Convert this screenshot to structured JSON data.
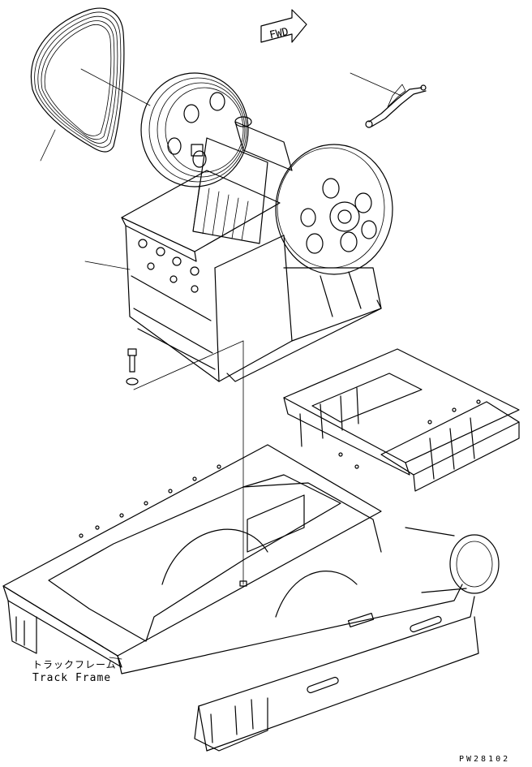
{
  "fwd_label": "FWD",
  "track_frame": {
    "label_jp": "トラックフレーム",
    "label_en": "Track Frame"
  },
  "drawing_code": "PW28102",
  "colors": {
    "line": "#000000",
    "background": "#ffffff"
  }
}
